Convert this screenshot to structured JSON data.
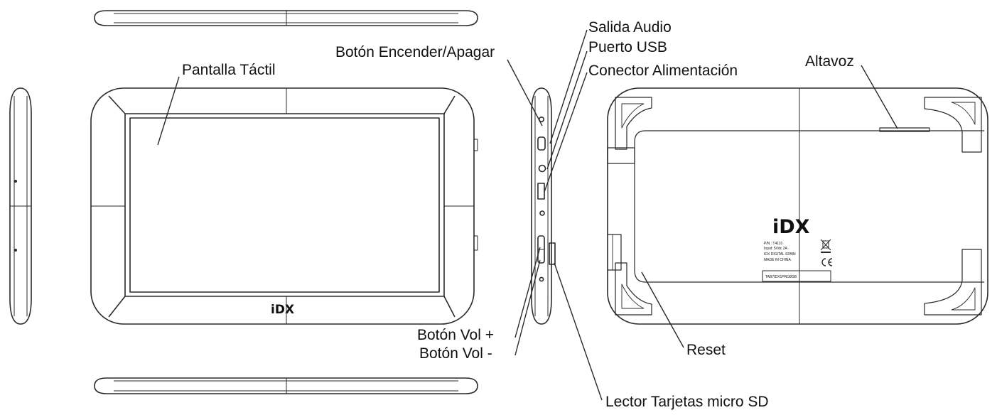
{
  "labels": {
    "salida_audio": "Salida Audio",
    "puerto_usb": "Puerto USB",
    "boton_encender": "Botón Encender/Apagar",
    "conector_alimentacion": "Conector Alimentación",
    "pantalla_tactil": "Pantalla Táctil",
    "altavoz": "Altavoz",
    "boton_vol_mas": "Botón Vol +",
    "boton_vol_menos": "Botón Vol -",
    "reset": "Reset",
    "lector_tarjetas": "Lector Tarjetas micro SD"
  },
  "brand": {
    "front_logo": "iDX",
    "back_logo": "iDX"
  },
  "back_label": {
    "line1": "P/N : T4110",
    "line2": "Input: 5Vdc  2A",
    "line3": "IDX DIGITAL SPAIN",
    "line4": "MADE IN CHINA",
    "serial": "TAB7IDX1PRO8GB"
  },
  "colors": {
    "line": "#2a2a2a",
    "background": "#ffffff"
  }
}
